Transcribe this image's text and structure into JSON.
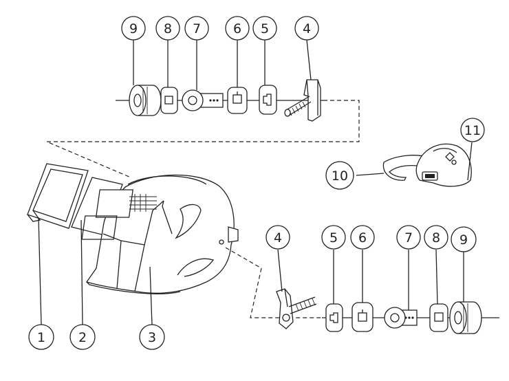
{
  "callouts": {
    "top_9": "9",
    "top_8": "8",
    "top_7": "7",
    "top_6": "6",
    "top_5": "5",
    "top_4": "4",
    "part_10": "10",
    "part_11": "11",
    "bottom_4": "4",
    "bottom_5": "5",
    "bottom_6": "6",
    "bottom_7": "7",
    "bottom_8": "8",
    "bottom_9": "9",
    "part_1": "1",
    "part_2": "2",
    "part_3": "3"
  }
}
